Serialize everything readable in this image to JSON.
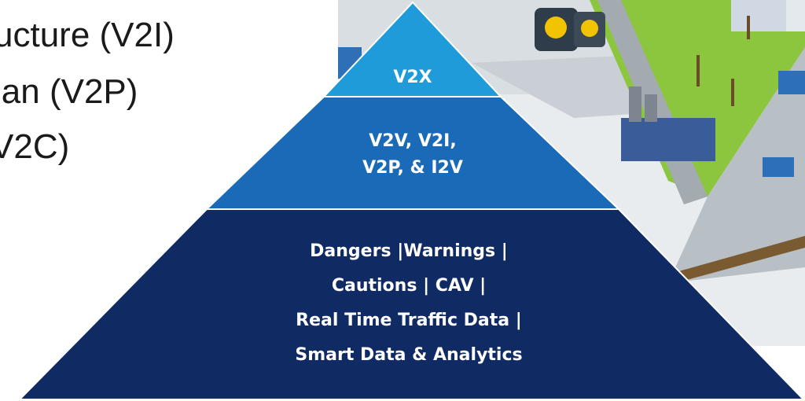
{
  "bullets": [
    "ucture (V2I)",
    "ian (V2P)",
    "V2C)"
  ],
  "pyramid": {
    "top": "V2X",
    "middle": [
      "V2V, V2I,",
      "V2P, & I2V"
    ],
    "base": [
      "Dangers |Warnings |",
      "Cautions | CAV |",
      "Real Time Traffic Data |",
      "Smart Data & Analytics"
    ]
  },
  "colors": {
    "tier_top": "#1e9bd8",
    "tier_middle": "#1a6ab8",
    "tier_base": "#102a63",
    "background": "#ffffff"
  }
}
